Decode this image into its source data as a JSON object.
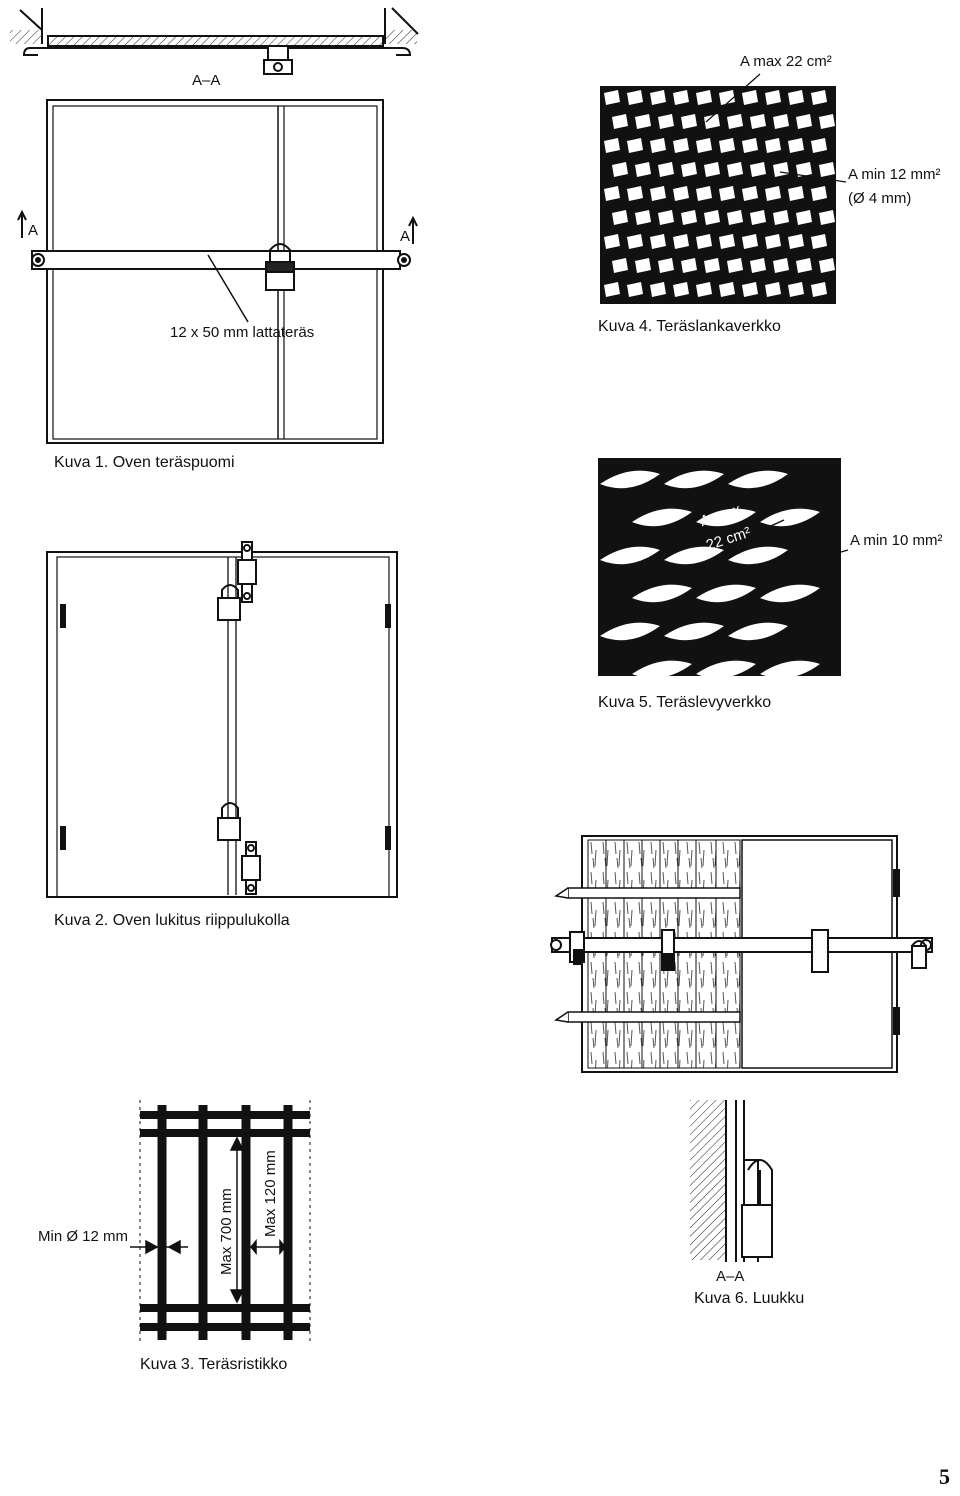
{
  "figure1": {
    "section_label": "A–A",
    "left_marker": "A",
    "right_marker": "A",
    "bar_label": "12 x 50 mm lattateräs",
    "caption": "Kuva 1. Oven teräspuomi"
  },
  "figure2": {
    "caption": "Kuva 2. Oven lukitus riippulukolla"
  },
  "figure3": {
    "bar_diameter": "Min Ø 12 mm",
    "max_height": "Max 700 mm",
    "max_spacing": "Max 120 mm",
    "caption": "Kuva 3. Teräsristikko"
  },
  "figure4": {
    "area_max": "A max 22 cm²",
    "area_min": "A min 12 mm²",
    "wire_diameter": "(Ø 4 mm)",
    "caption": "Kuva 4. Teräslankaverkko"
  },
  "figure5": {
    "area_max_line1": "A max",
    "area_max_line2": "22 cm²",
    "area_min": "A min 10 mm²",
    "caption": "Kuva 5. Teräslevyverkko"
  },
  "figure6": {
    "section_label": "A–A",
    "caption": "Kuva 6. Luukku"
  },
  "page": {
    "number": "5"
  }
}
